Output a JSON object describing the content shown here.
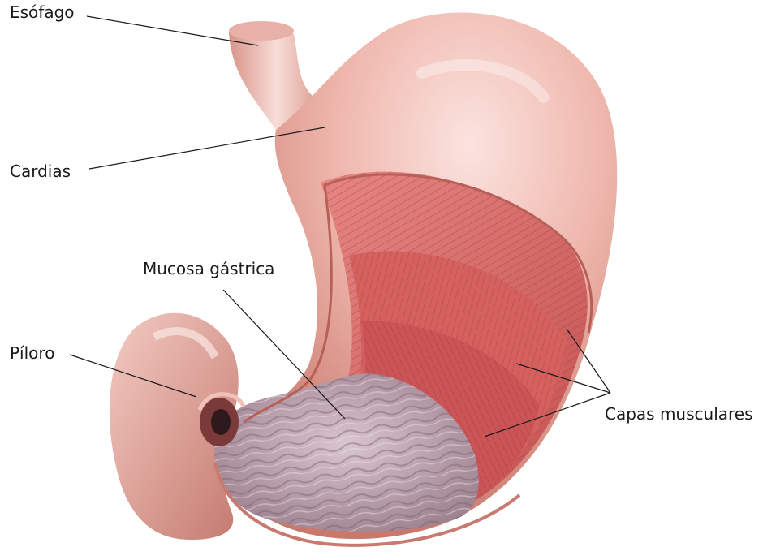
{
  "labels": {
    "esofago": "Esófago",
    "cardias": "Cardias",
    "mucosa": "Mucosa gástrica",
    "piloro": "Píloro",
    "capas": "Capas musculares"
  }
}
